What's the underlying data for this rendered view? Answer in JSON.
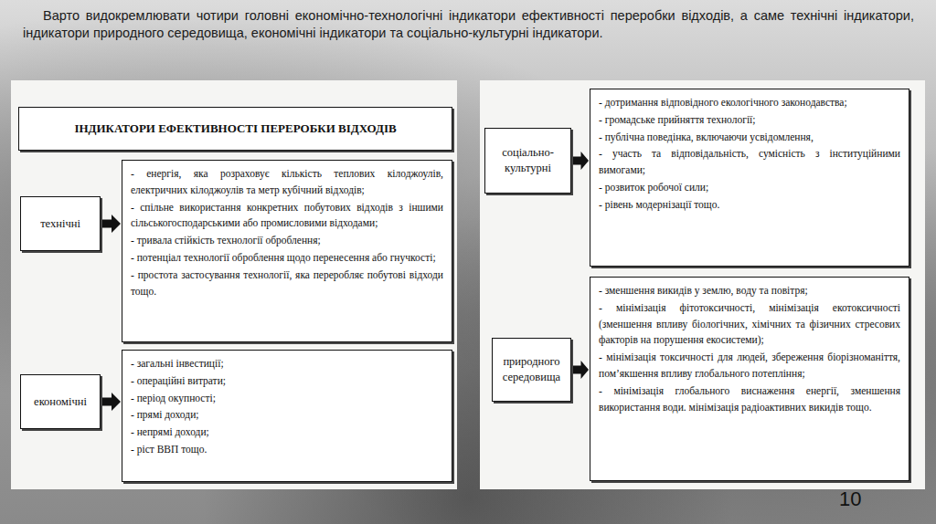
{
  "diagram": {
    "nodes": [
      {
        "text": [
          "ІНДИКАТОРИ ЕФЕКТИВНОСТІ ПЕРЕРОБКИ ВІДХОДІВ"
        ]
      },
      {
        "text": [
          "технічні"
        ]
      },
      {
        "text": [
          "- енергія, яка розраховує кількість теплових кілоджоулів, електричних кілоджоулів та метр кубічний відходів;",
          "- спільне використання конкретних побутових відходів з іншими сільськогосподарськими або промисловими відходами;",
          "- тривала стійкість технології оброблення;",
          "- потенціал технології оброблення щодо перенесення або гнучкості;",
          "- простота застосування технології, яка переробляє побутові відходи тощо."
        ]
      },
      {
        "text": [
          "економічні"
        ]
      },
      {
        "text": [
          "- загальні інвестиції;",
          "- операційні витрати;",
          "- період окупності;",
          "- прямі доходи;",
          "- непрямі доходи;",
          "- ріст ВВП тощо."
        ]
      },
      {
        "text": [
          "соціально-культурні"
        ]
      },
      {
        "text": [
          "- дотримання відповідного екологічного законодавства;",
          "- громадське прийняття технології;",
          "- публічна поведінка, включаючи усвідомлення,",
          "- участь та відповідальність, сумісність з інституційними вимогами;",
          "- розвиток робочої сили;",
          "- рівень модернізації тощо."
        ]
      },
      {
        "text": [
          "природного середовища"
        ]
      },
      {
        "text": [
          "- зменшення викидів у землю, воду та повітря;",
          "- мінімізація фітотоксичності, мінімізація екотоксичності (зменшення впливу біологічних, хімічних та фізичних стресових факторів на порушення екосистеми);",
          "- мінімізація токсичності для людей, збереження біорізноманіття, пом’якшення впливу глобального потепління;",
          "- мінімізація глобального виснаження енергії, зменшення використання води. мінімізація радіоактивних викидів тощо."
        ]
      }
    ],
    "edges": [
      {
        "from": 1,
        "to": 2,
        "arrow": "to"
      },
      {
        "from": 3,
        "to": 4,
        "arrow": "to"
      },
      {
        "from": 5,
        "to": 6,
        "arrow": "to"
      },
      {
        "from": 7,
        "to": 8,
        "arrow": "to"
      }
    ],
    "labels": [
      "Варто видокремлювати чотири головні економічно-технологічні індикатори ефективності переробки відходів, а саме технічні індикатори, індикатори природного середовища, економічні індикатори та соціально-культурні індикатори.",
      "10"
    ]
  }
}
